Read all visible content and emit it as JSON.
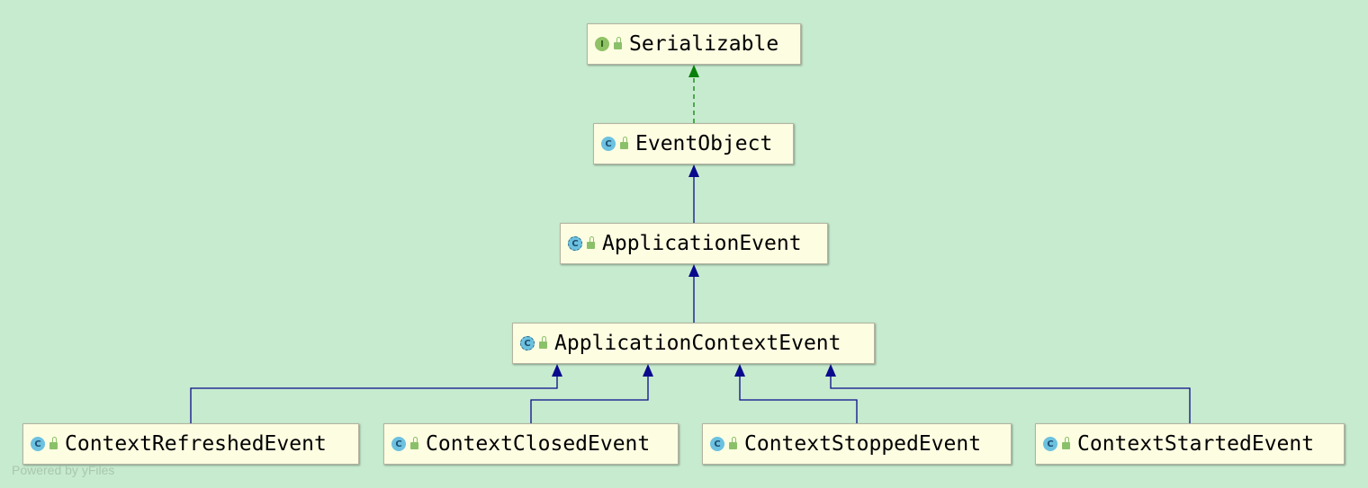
{
  "diagram": {
    "nodes": [
      {
        "id": "serializable",
        "label": "Serializable",
        "kind": "interface",
        "icon_letter": "I"
      },
      {
        "id": "event_object",
        "label": "EventObject",
        "kind": "class",
        "icon_letter": "C"
      },
      {
        "id": "application_event",
        "label": "ApplicationEvent",
        "kind": "abstract",
        "icon_letter": "C"
      },
      {
        "id": "application_context_event",
        "label": "ApplicationContextEvent",
        "kind": "abstract",
        "icon_letter": "C"
      },
      {
        "id": "context_refreshed_event",
        "label": "ContextRefreshedEvent",
        "kind": "class",
        "icon_letter": "C"
      },
      {
        "id": "context_closed_event",
        "label": "ContextClosedEvent",
        "kind": "class",
        "icon_letter": "C"
      },
      {
        "id": "context_stopped_event",
        "label": "ContextStoppedEvent",
        "kind": "class",
        "icon_letter": "C"
      },
      {
        "id": "context_started_event",
        "label": "ContextStartedEvent",
        "kind": "class",
        "icon_letter": "C"
      }
    ],
    "edges": [
      {
        "from": "event_object",
        "to": "serializable",
        "type": "implements",
        "color": "#0a800a"
      },
      {
        "from": "application_event",
        "to": "event_object",
        "type": "extends",
        "color": "#0a0a8c"
      },
      {
        "from": "application_context_event",
        "to": "application_event",
        "type": "extends",
        "color": "#0a0a8c"
      },
      {
        "from": "context_refreshed_event",
        "to": "application_context_event",
        "type": "extends",
        "color": "#0a0a8c"
      },
      {
        "from": "context_closed_event",
        "to": "application_context_event",
        "type": "extends",
        "color": "#0a0a8c"
      },
      {
        "from": "context_stopped_event",
        "to": "application_context_event",
        "type": "extends",
        "color": "#0a0a8c"
      },
      {
        "from": "context_started_event",
        "to": "application_context_event",
        "type": "extends",
        "color": "#0a0a8c"
      }
    ],
    "icons": {
      "visibility": "unlocked-lock-icon"
    }
  },
  "watermark": "Powered by yFiles"
}
